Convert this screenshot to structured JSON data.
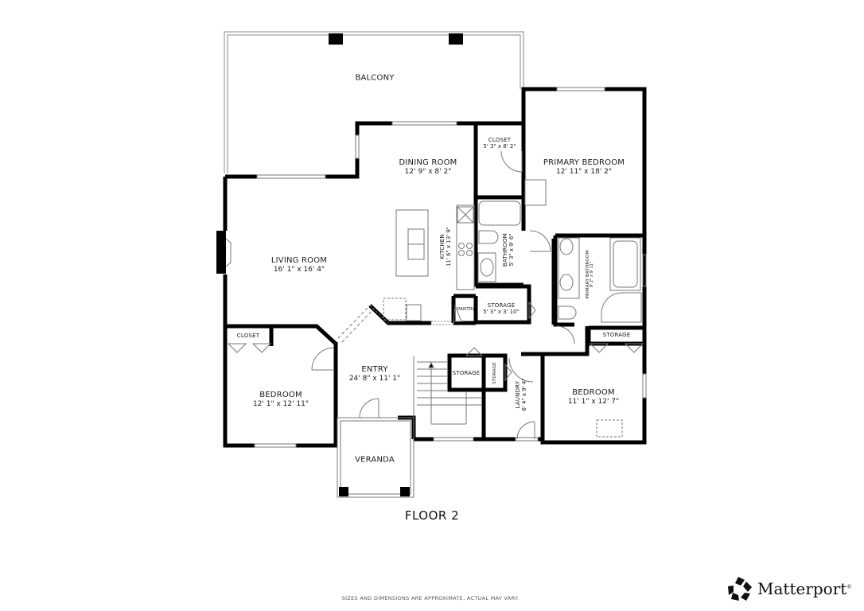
{
  "floor_title": "FLOOR 2",
  "disclaimer": "SIZES AND DIMENSIONS ARE APPROXIMATE, ACTUAL MAY VARY.",
  "brand": {
    "name": "Matterport",
    "registered": "®",
    "logo_icon": "matterport-logo-icon"
  },
  "colors": {
    "wall": "#000000",
    "thin_line": "#7a7a7a",
    "background": "#ffffff",
    "text": "#1a1a1a"
  },
  "rooms": {
    "balcony": {
      "name": "BALCONY"
    },
    "dining_room": {
      "name": "DINING ROOM",
      "dims": "12' 9\" x 8' 2\""
    },
    "closet_primary": {
      "name": "CLOSET",
      "dims": "5' 3\" x 8' 2\""
    },
    "primary_bedroom": {
      "name": "PRIMARY BEDROOM",
      "dims": "12' 11\" x 18' 2\""
    },
    "living_room": {
      "name": "LIVING ROOM",
      "dims": "16' 1\" x 16' 4\""
    },
    "kitchen": {
      "name": "KITCHEN",
      "dims": "11' 6\" x 13' 9\""
    },
    "bathroom": {
      "name": "BATHROOM",
      "dims": "5' 3\" x 9' 6\""
    },
    "primary_bathroom": {
      "name": "PRIMARY BATHROOM",
      "dims": "9' 2\" x 9' 11\""
    },
    "pantry": {
      "name": "PANTRY"
    },
    "storage_hall": {
      "name": "STORAGE",
      "dims": "5' 3\" x 3' 10\""
    },
    "closet_bedroom": {
      "name": "CLOSET"
    },
    "storage_primary": {
      "name": "STORAGE"
    },
    "entry": {
      "name": "ENTRY",
      "dims": "24' 8\" x 11' 1\""
    },
    "bedroom_west": {
      "name": "BEDROOM",
      "dims": "12' 1\" x 12' 11\""
    },
    "storage_stairs": {
      "name": "STORAGE"
    },
    "storage_small": {
      "name": "STORAGE"
    },
    "laundry": {
      "name": "LAUNDRY",
      "dims": "6' 4\" x 9' 4\""
    },
    "bedroom_east": {
      "name": "BEDROOM",
      "dims": "11' 1\" x 12' 7\""
    },
    "veranda": {
      "name": "VERANDA"
    }
  }
}
